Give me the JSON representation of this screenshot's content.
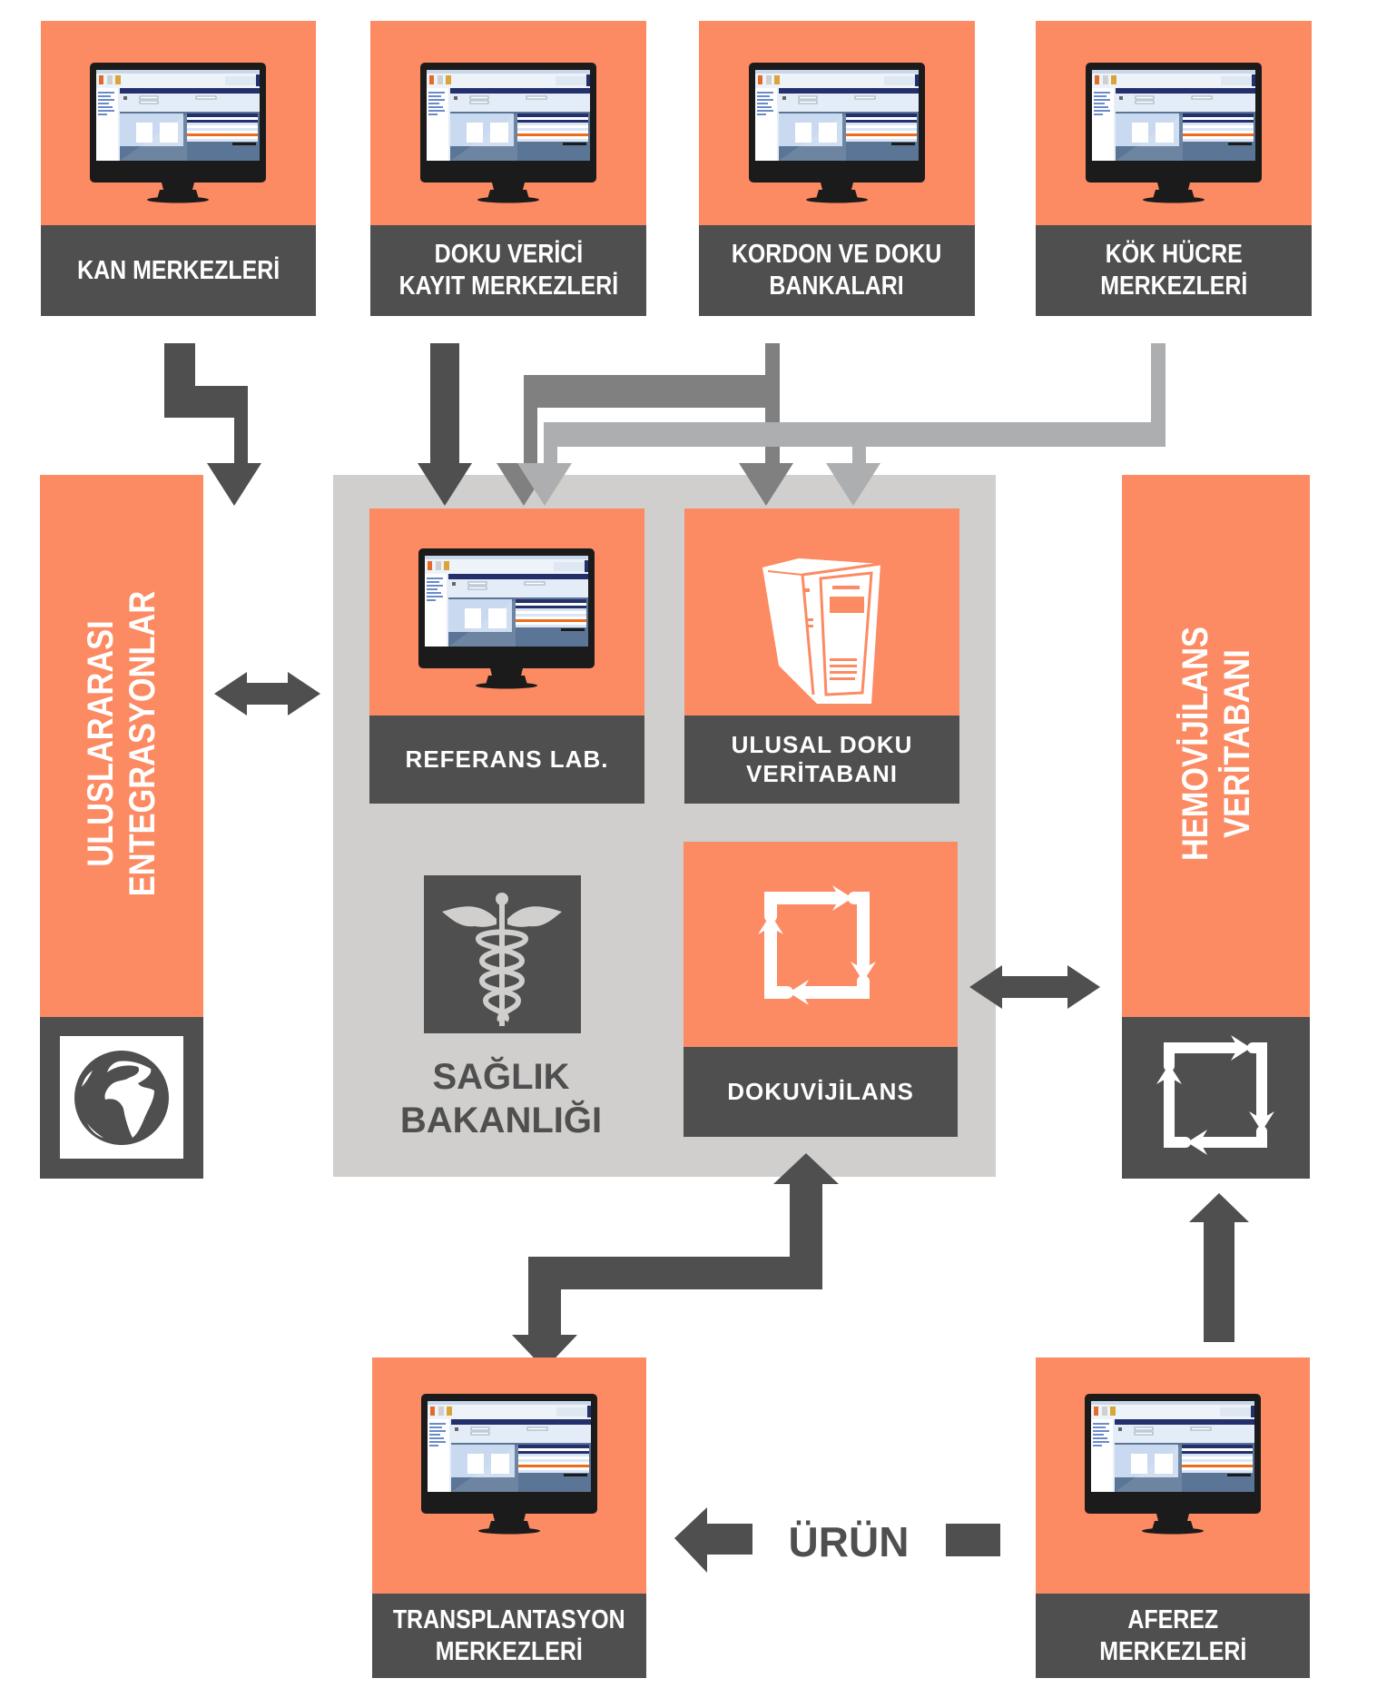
{
  "colors": {
    "orange": "#fc8a63",
    "dark": "#4f4f4f",
    "panel": "#d0cfcd",
    "arrow_mid": "#808080",
    "arrow_light": "#adaeb0",
    "text_light": "#ffffff"
  },
  "top_nodes": [
    {
      "id": "kan",
      "icon": "monitor-icon",
      "lines": [
        "KAN MERKEZLERİ"
      ]
    },
    {
      "id": "doku-verici",
      "icon": "monitor-icon",
      "lines": [
        "DOKU VERİCİ",
        "KAYIT MERKEZLERİ"
      ]
    },
    {
      "id": "kordon",
      "icon": "monitor-icon",
      "lines": [
        "KORDON VE DOKU",
        "BANKALARI"
      ]
    },
    {
      "id": "kok-hucre",
      "icon": "monitor-icon",
      "lines": [
        "KÖK HÜCRE",
        "MERKEZLERİ"
      ]
    }
  ],
  "left_panel": {
    "lines": [
      "ULUSLARARASI",
      "ENTEGRASYONLAR"
    ],
    "icon": "globe-icon"
  },
  "right_panel": {
    "lines": [
      "HEMOVİJİLANS",
      "VERİTABANI"
    ],
    "icon": "cycle-arrows-icon"
  },
  "center": {
    "ministry": {
      "lines": [
        "SAĞLIK",
        "BAKANLIĞI"
      ],
      "icon": "caduceus-icon"
    },
    "referans": {
      "lines": [
        "REFERANS LAB."
      ],
      "icon": "monitor-icon"
    },
    "ulusal": {
      "lines": [
        "ULUSAL DOKU",
        "VERİTABANI"
      ],
      "icon": "server-icon"
    },
    "dokuvijilans": {
      "lines": [
        "DOKUVİJİLANS"
      ],
      "icon": "cycle-arrows-icon"
    }
  },
  "bottom_nodes": [
    {
      "id": "transplant",
      "icon": "monitor-icon",
      "lines": [
        "TRANSPLANTASYON",
        "MERKEZLERİ"
      ]
    },
    {
      "id": "aferez",
      "icon": "monitor-icon",
      "lines": [
        "AFEREZ",
        "MERKEZLERİ"
      ]
    }
  ],
  "flow_label": "ÜRÜN"
}
